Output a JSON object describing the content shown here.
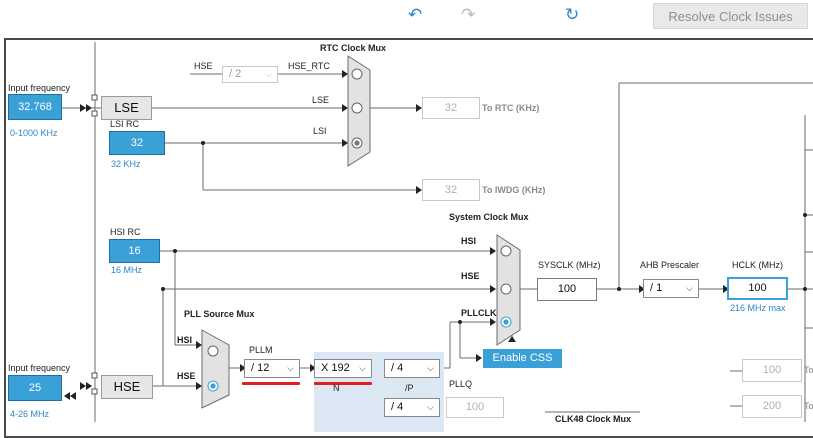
{
  "toolbar": {
    "undo_icon": "↶",
    "redo_icon": "↷",
    "refresh_icon": "↻",
    "resolve_label": "Resolve Clock Issues"
  },
  "lse_section": {
    "input_label": "Input frequency",
    "input_value": "32.768",
    "range": "0-1000 KHz",
    "block_label": "LSE"
  },
  "lsi": {
    "label": "LSI RC",
    "value": "32",
    "unit": "32 KHz"
  },
  "rtc_mux": {
    "title": "RTC Clock Mux",
    "hse_label": "HSE",
    "div_value": "/ 2",
    "hse_rtc_label": "HSE_RTC",
    "lse_label": "LSE",
    "lsi_label": "LSI",
    "rtc_out": "32",
    "rtc_out_label": "To RTC (KHz)",
    "iwdg_out": "32",
    "iwdg_label": "To IWDG (KHz)"
  },
  "hsi": {
    "label": "HSI RC",
    "value": "16",
    "unit": "16 MHz"
  },
  "system_mux": {
    "title": "System Clock Mux",
    "hsi_label": "HSI",
    "hse_label": "HSE",
    "pllclk_label": "PLLCLK",
    "sysclk_label": "SYSCLK (MHz)",
    "sysclk_value": "100",
    "ahb_label": "AHB Prescaler",
    "ahb_value": "/ 1",
    "hclk_label": "HCLK (MHz)",
    "hclk_value": "100",
    "hclk_max": "216 MHz max",
    "css_label": "Enable CSS"
  },
  "pll": {
    "source_title": "PLL Source Mux",
    "hsi_label": "HSI",
    "hse_label": "HSE",
    "pllm_label": "PLLM",
    "pllm_value": "/ 12",
    "n_value": "X 192",
    "n_label": "N",
    "p_value": "/ 4",
    "p_label": "/P",
    "q_value": "/ 4",
    "pllq_label": "PLLQ",
    "pllq_out": "100"
  },
  "hse_section": {
    "input_label": "Input frequency",
    "input_value": "25",
    "range": "4-26 MHz",
    "block_label": "HSE"
  },
  "right_side": {
    "out1": "100",
    "out2": "200",
    "to1": "To",
    "to2": "To",
    "clk48_title": "CLK48 Clock Mux"
  },
  "colors": {
    "accent": "#3aa0d8",
    "underline": "#e02020",
    "pll_area": "#dbe7f3"
  }
}
